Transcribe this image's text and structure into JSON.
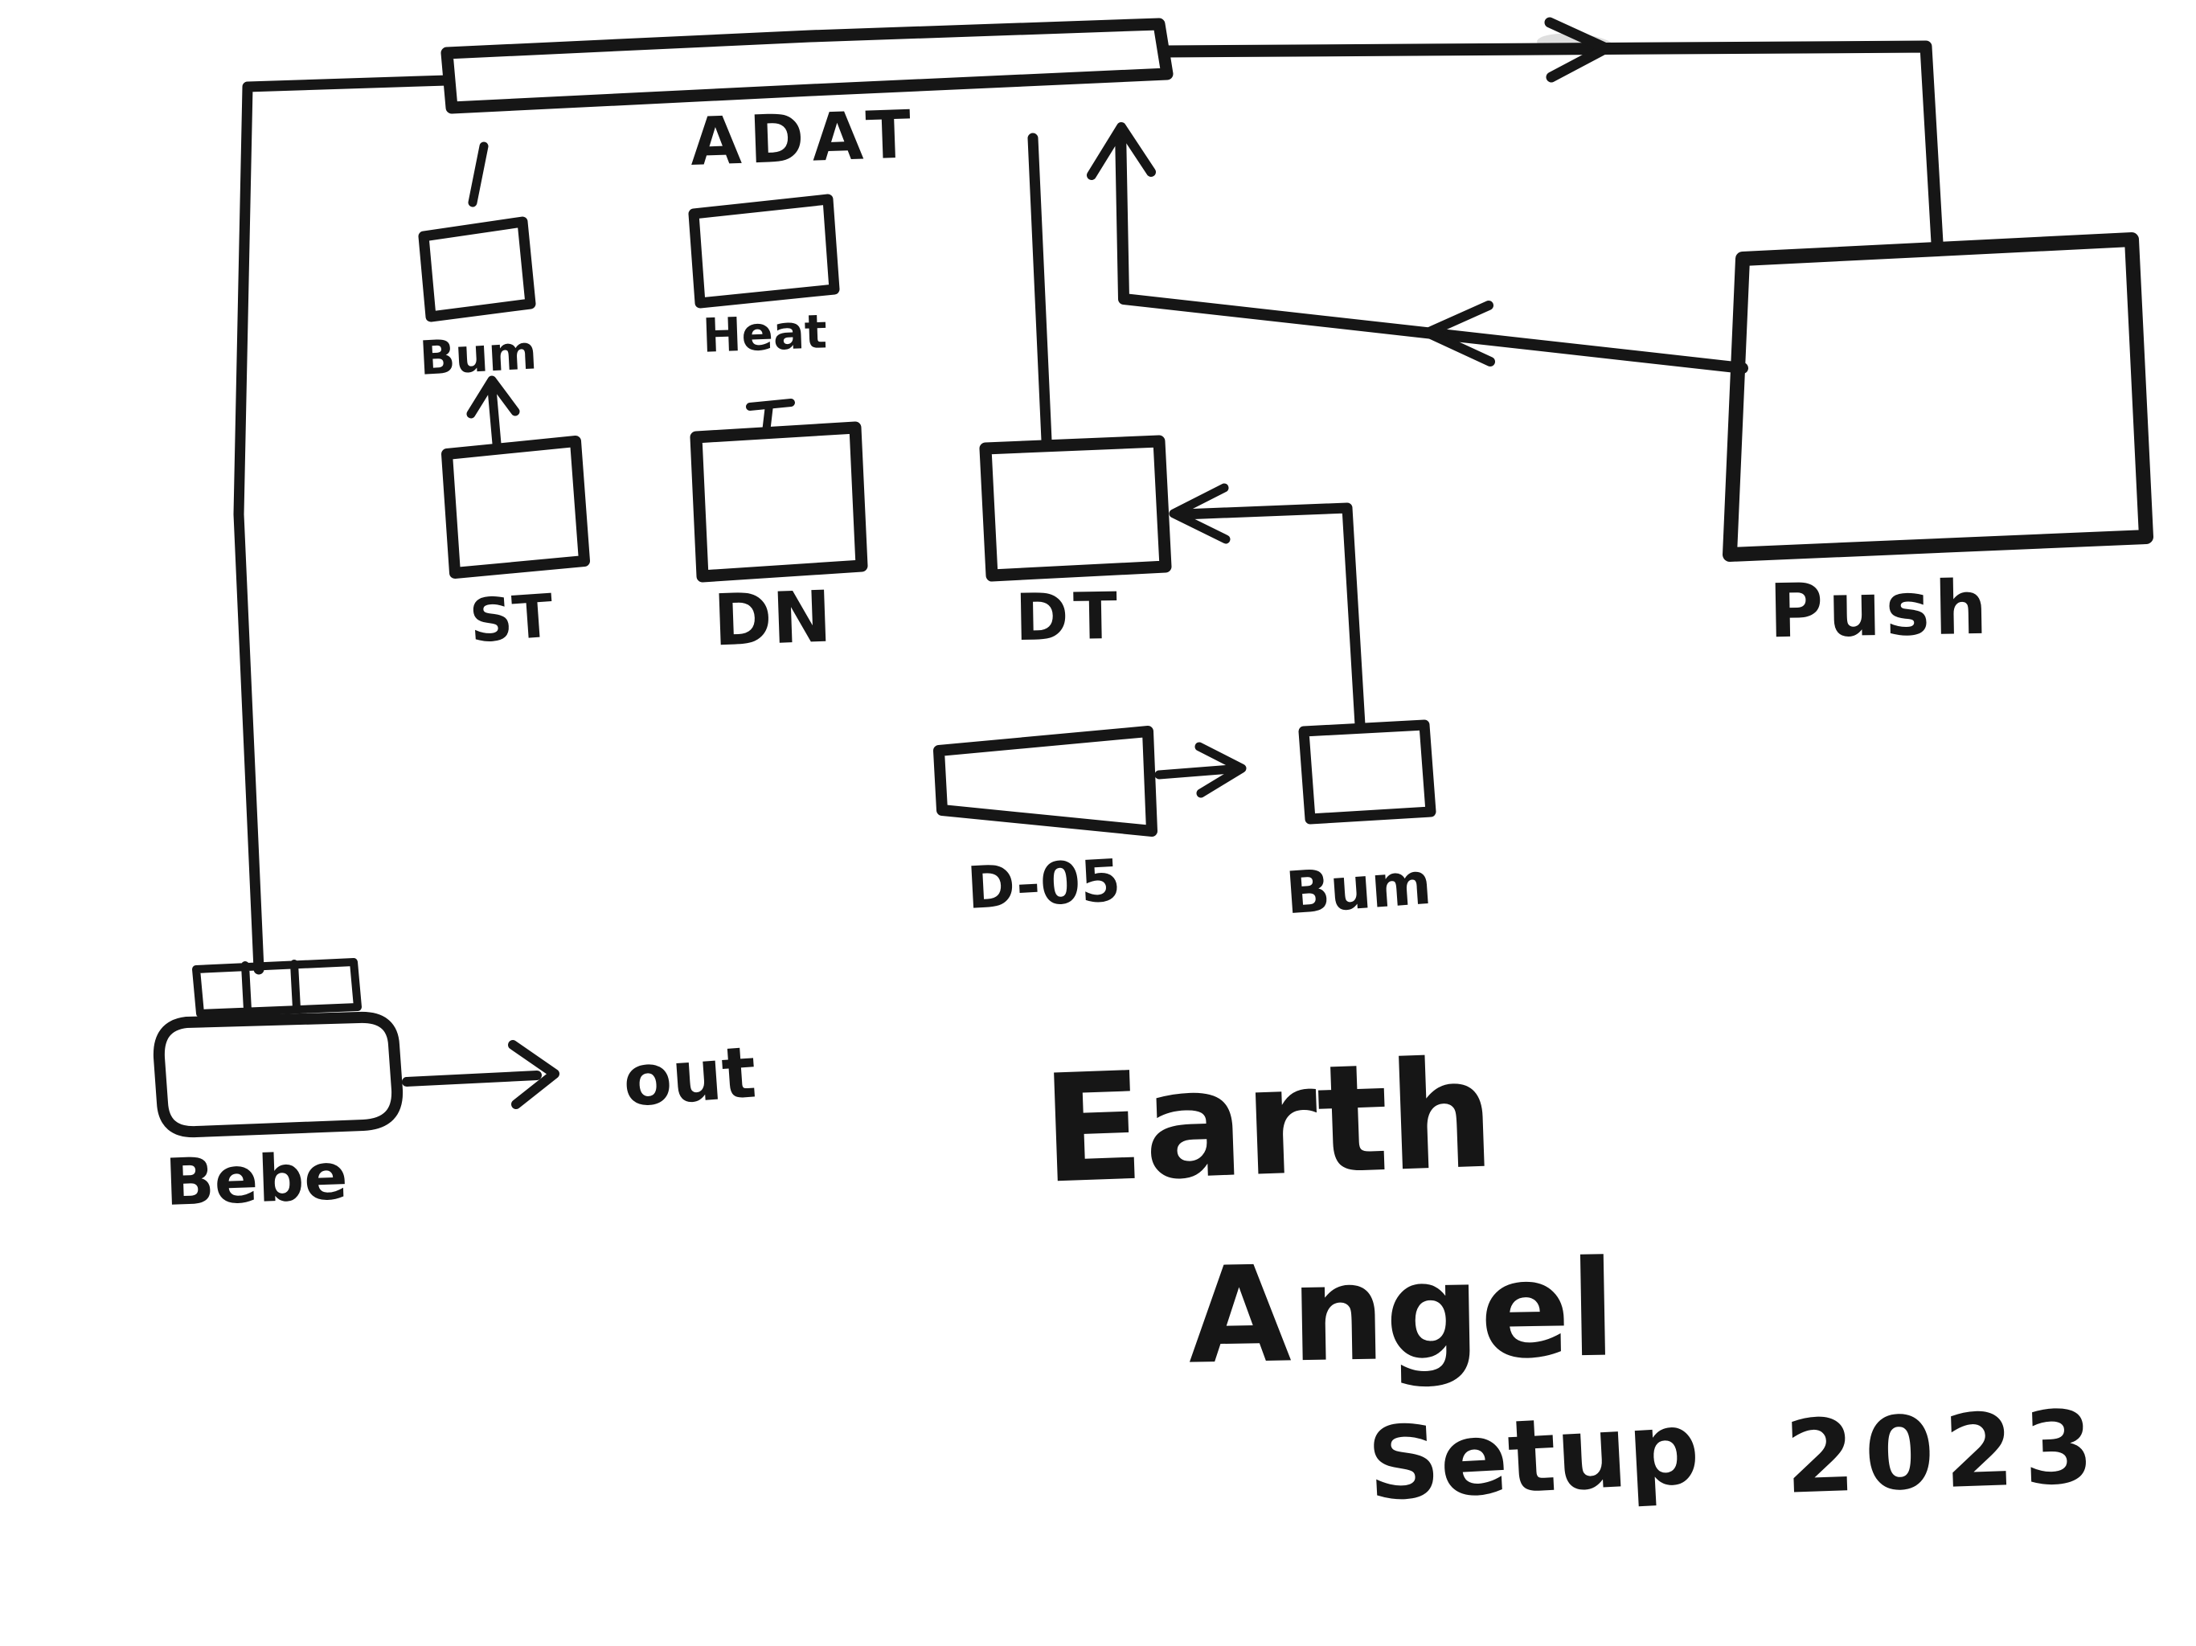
{
  "colors": {
    "ink": "#161616",
    "background": "#ffffff"
  },
  "labels": {
    "adat": "ADAT",
    "bum_small": "Bum",
    "heat": "Heat",
    "st": "ST",
    "dn": "DN",
    "dt": "DT",
    "push": "Push",
    "d05": "D-05",
    "bum": "Bum",
    "bebe": "Bebe",
    "out": "out"
  },
  "title": {
    "word1": "Earth",
    "word2": "Angel",
    "word3": "Setup",
    "year": "2023"
  }
}
